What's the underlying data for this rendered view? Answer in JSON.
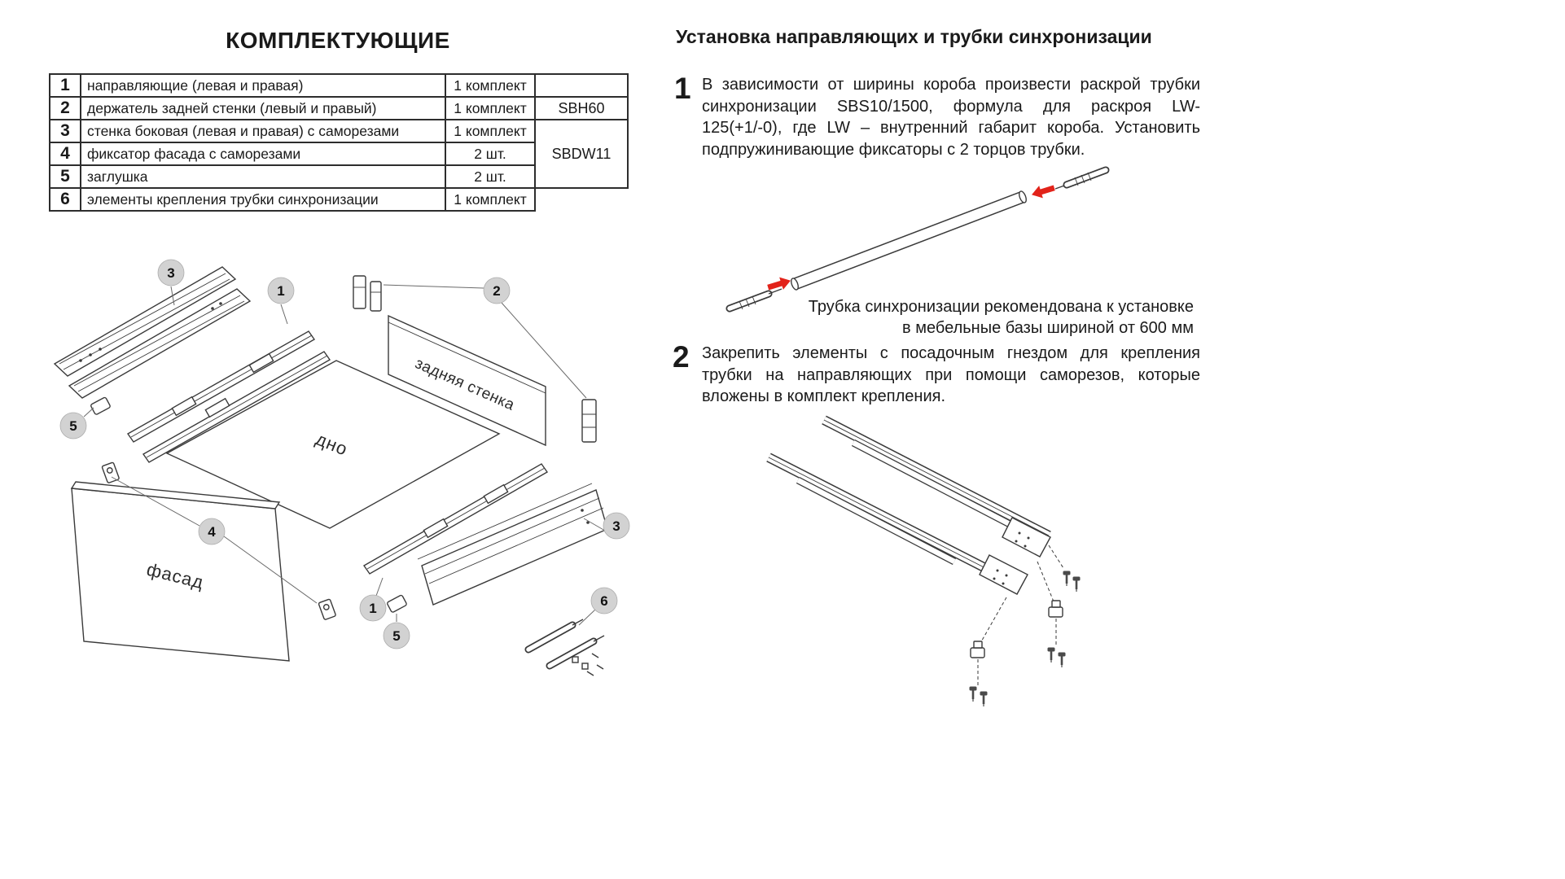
{
  "colors": {
    "accent_red": "#e2231a",
    "line": "#3a3a3a",
    "callout_fill": "#d2d2d2",
    "text": "#1a1a1a"
  },
  "parts_list": {
    "title": "КОМПЛЕКТУЮЩИЕ",
    "rows": [
      {
        "num": "1",
        "name": "направляющие (левая и правая)",
        "qty": "1 комплект",
        "code": ""
      },
      {
        "num": "2",
        "name": "держатель задней стенки (левый и правый)",
        "qty": "1 комплект",
        "code": "SBH60"
      },
      {
        "num": "3",
        "name": "стенка боковая (левая и правая) с саморезами",
        "qty": "1 комплект",
        "code": "SBDW11"
      },
      {
        "num": "4",
        "name": "фиксатор фасада с саморезами",
        "qty": "2 шт.",
        "code": ""
      },
      {
        "num": "5",
        "name": "заглушка",
        "qty": "2 шт.",
        "code": ""
      },
      {
        "num": "6",
        "name": "элементы крепления трубки синхронизации",
        "qty": "1 комплект",
        "code": ""
      }
    ]
  },
  "exploded_view": {
    "labels": {
      "back_panel": "задняя стенка",
      "bottom_panel": "дно",
      "front_panel": "фасад"
    },
    "callouts": {
      "side_top": "3",
      "rail_top": "1",
      "holder": "2",
      "plug_top": "5",
      "front_fix": "4",
      "rail_bottom": "1",
      "plug_bottom": "5",
      "sync_elems": "6",
      "side_bottom": "3"
    }
  },
  "instructions": {
    "title": "Установка направляющих и трубки синхронизации",
    "step1_num": "1",
    "step1_text": "В зависимости от ширины короба произвести раскрой трубки синхронизации SBS10/1500, формула для раскроя LW-125(+1/-0), где LW – внутренний габарит короба. Установить подпружинивающие фиксаторы с 2 торцов трубки.",
    "tube_note_lines": [
      "Трубка синхронизации рекомендована к установке",
      "в мебельные базы шириной от 600 мм"
    ],
    "step2_num": "2",
    "step2_text": "Закрепить элементы с посадочным гнездом для крепления трубки на направляющих при помощи саморезов, которые вложены в комплект крепления."
  }
}
